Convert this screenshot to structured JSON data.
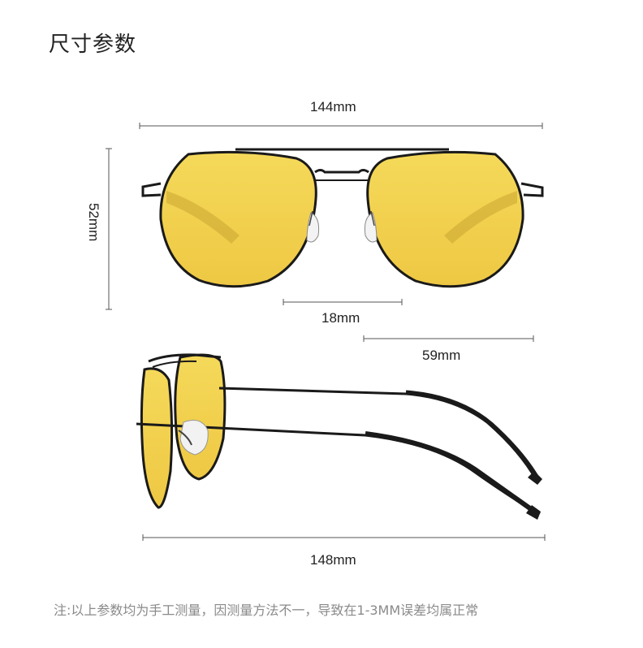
{
  "title": "尺寸参数",
  "dimensions": {
    "total_width": "144mm",
    "lens_height": "52mm",
    "bridge_width": "18mm",
    "lens_width": "59mm",
    "temple_length": "148mm"
  },
  "note": "注:以上参数均为手工测量，因测量方法不一，导致在1-3MM误差均属正常",
  "colors": {
    "lens": "#f2d04e",
    "lens_shade": "#d9b237",
    "frame": "#1a1a1a",
    "dimension_line": "#555555",
    "note_text": "#8a8a8a"
  }
}
